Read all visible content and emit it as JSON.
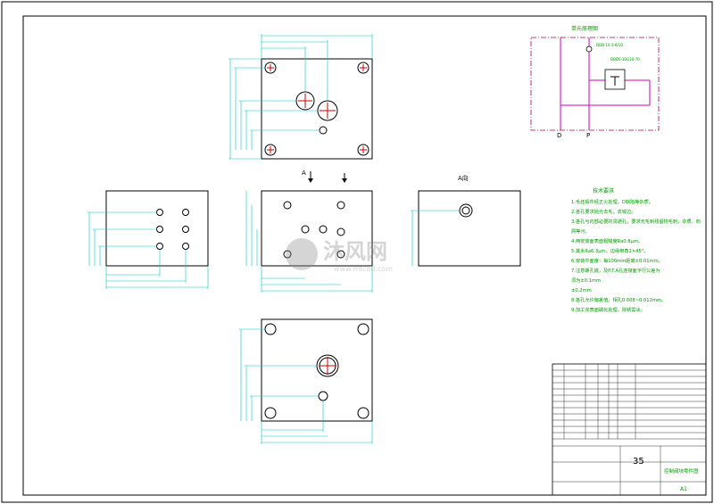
{
  "schematic": {
    "title": "单元原理图",
    "ports": {
      "left": "D",
      "right": "P"
    },
    "valve_tag_top": "DBD-10-3-8/10",
    "valve_tag_mid": "DBDS-10G10-70"
  },
  "view_label": "A向",
  "section_mark": "A",
  "tech_req": {
    "title": "技术要求",
    "items": [
      "1.毛坯锻件经正火处理，D缺陷等杂质。",
      "2.各孔要求抛光去毛，去锐边。",
      "3.各孔与内部必要的贯通孔，要求无毛刺残留物毛刺，杂质、粉",
      "  屑等污。",
      "4.两安装面表面粗糙度Ra0.8μm。",
      "5.其余Ra6.3μm，边缘倒角2×45°。",
      "6.安装平面度：每100mm距离±0.01mm。",
      "7.注意螺孔底，及P.T.A孔连接面平行公差为",
      "  须为±0.1mm",
      "  ±0.2mm",
      "8.各孔允许偏差值。相孔0.008~0.012mm。",
      "9.加工完表面磷化处理，除锈需涂。"
    ]
  },
  "title_block": {
    "part_number": "35",
    "part_name": "控制阀块零件图",
    "sheet_code": "A1"
  },
  "watermark": {
    "brand": "沐风网",
    "url": "www.mfcad.com"
  },
  "colors": {
    "line": "#000000",
    "dim": "#00c8c8",
    "hidden": "#c00000",
    "green": "#00a000",
    "magenta": "#d000b0",
    "text": "#1a1a1a"
  }
}
